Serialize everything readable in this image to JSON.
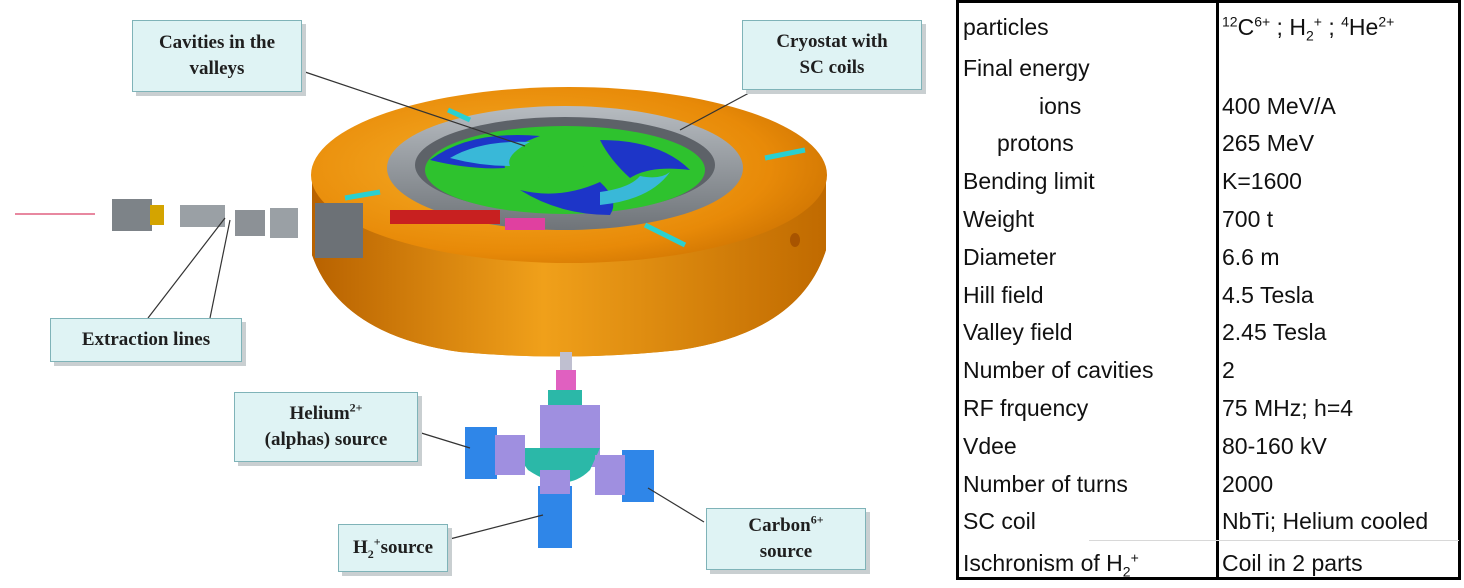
{
  "callouts": {
    "cavities_line1": "Cavities in the",
    "cavities_line2": "valleys",
    "cryostat_line1": "Cryostat with",
    "cryostat_line2": "SC coils",
    "extraction": "Extraction lines",
    "helium_main": "Helium",
    "helium_sup": "2+",
    "helium_line2": "(alphas) source",
    "h2_main": "H",
    "h2_sub": "2",
    "h2_sup": "+",
    "h2_rest": "source",
    "carbon_main": "Carbon",
    "carbon_sup": "6+",
    "carbon_line2": "source"
  },
  "table": {
    "particles_label": "particles",
    "particles_value": {
      "c_iso": "12",
      "c_sym": "C",
      "c_charge": "6+",
      "sep1": " ; H",
      "h_sub": "2",
      "h_sup": "+",
      "sep2": " ; ",
      "he_iso": "4",
      "he_sym": "He",
      "he_charge": "2+"
    },
    "rows": [
      {
        "label": "Final energy",
        "value": ""
      },
      {
        "label": "ions",
        "value": "400 MeV/A"
      },
      {
        "label": "protons",
        "value": "265 MeV"
      },
      {
        "label": "Bending limit",
        "value": "K=1600"
      },
      {
        "label": "Weight",
        "value": "700 t"
      },
      {
        "label": "Diameter",
        "value": "6.6 m"
      },
      {
        "label": "Hill field",
        "value": "4.5 Tesla"
      },
      {
        "label": "Valley field",
        "value": "2.45 Tesla"
      },
      {
        "label": "Number of cavities",
        "value": "2"
      },
      {
        "label": "RF frquency",
        "value": "75 MHz; h=4"
      },
      {
        "label": "Vdee",
        "value": "80-160 kV"
      },
      {
        "label": "Number of turns",
        "value": "2000"
      },
      {
        "label": "SC coil",
        "value": "NbTi; Helium cooled"
      }
    ],
    "isochronism_label": "Ischronism of H",
    "isochronism_sub": "2",
    "isochronism_sup": "+",
    "isochronism_value": "Coil in 2 parts"
  },
  "colors": {
    "yoke_orange": "#f39c12",
    "cryostat_gray": "#8a8f94",
    "pole_green": "#2ec22e",
    "pole_blue": "#1d35c8",
    "cavity_cyan": "#39b8d8",
    "source_blue": "#2f86e8",
    "source_lilac": "#9f8fe0",
    "source_teal": "#2bb8a8",
    "callout_fill": "#dff3f4"
  }
}
